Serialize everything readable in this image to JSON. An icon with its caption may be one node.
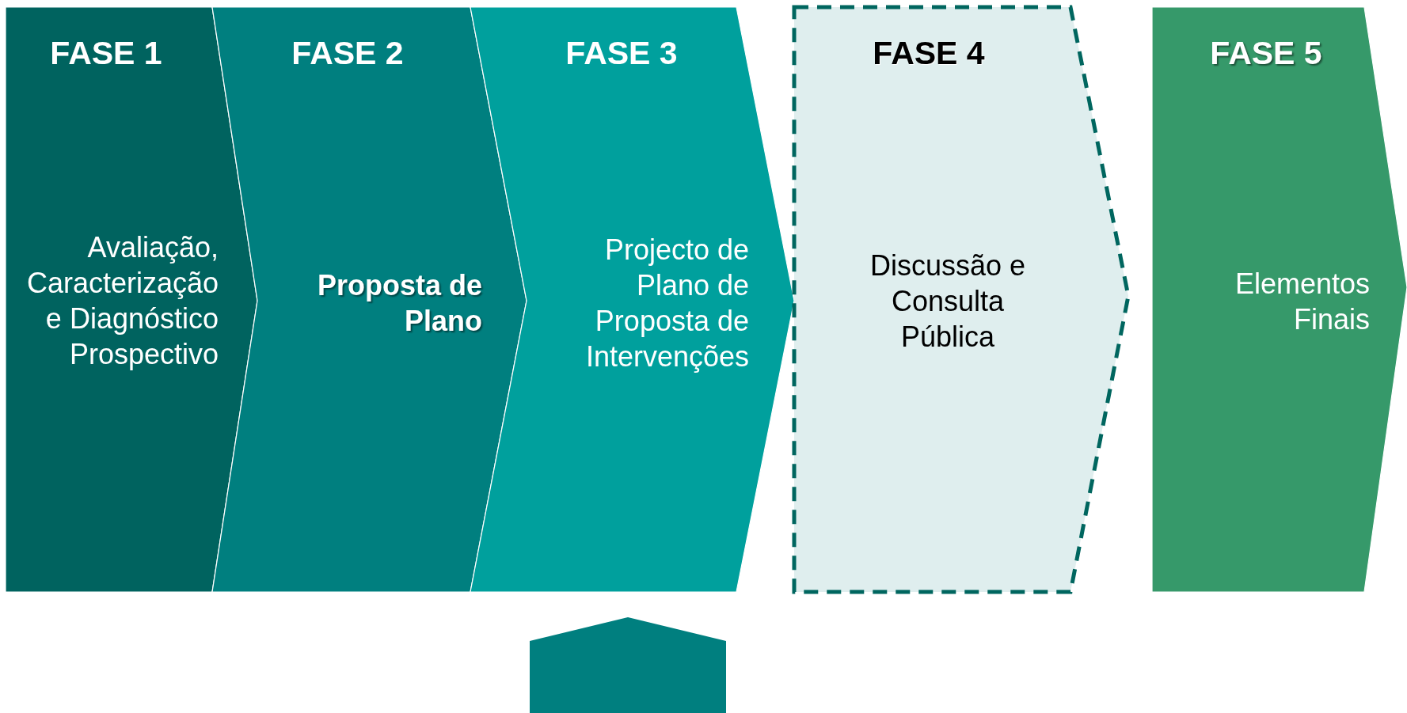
{
  "diagram": {
    "nodes": [
      {
        "text": [
          "FASE 1",
          "Avaliação, Caracterização e Diagnóstico Prospectivo"
        ]
      },
      {
        "text": [
          "FASE 2",
          "Proposta de Plano"
        ]
      },
      {
        "text": [
          "FASE 3",
          "Projecto de Plano de Proposta de Intervenções"
        ]
      },
      {
        "text": [
          "FASE 4",
          "Discussão e Consulta Pública"
        ]
      },
      {
        "text": [
          "FASE 5",
          "Elementos Finais"
        ]
      },
      {
        "text": [],
        "shape": "pentagon"
      }
    ]
  }
}
